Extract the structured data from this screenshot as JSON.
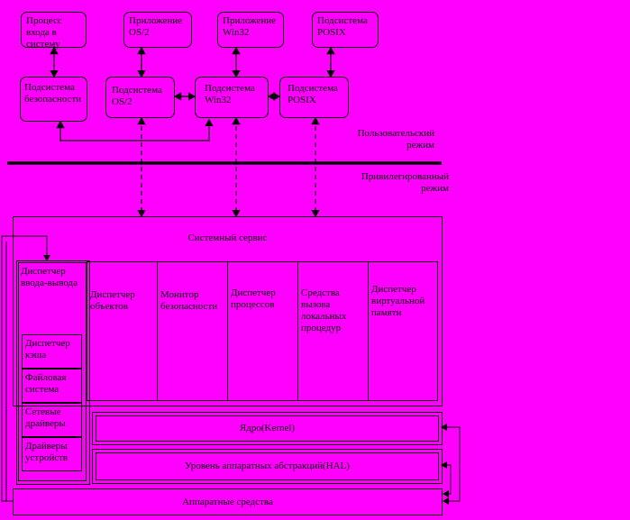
{
  "user_mode": {
    "top": [
      {
        "id": "logon",
        "label": "Процесс входа в систему"
      },
      {
        "id": "os2app",
        "label": "Приложение OS/2"
      },
      {
        "id": "win32app",
        "label": "Приложение Win32"
      },
      {
        "id": "posixapp",
        "label": "Подсистема POSIX"
      }
    ],
    "subsystems": [
      {
        "id": "security",
        "label": "Подсистема безопасности"
      },
      {
        "id": "os2",
        "label": "Подсистема OS/2"
      },
      {
        "id": "win32",
        "label": "Подсистема Win32"
      },
      {
        "id": "posix",
        "label": "Подсистема POSIX"
      }
    ],
    "mode_label": "Пользовательский режим"
  },
  "kernel_mode": {
    "mode_label": "Привилегированный режим",
    "executive": {
      "title": "Системный сервис",
      "io_manager": {
        "label": "Диспетчер ввода-вывода",
        "components": [
          "Диспетчер кэша",
          "Файловая система",
          "Сетевые драйверы",
          "Драйверы устройств"
        ]
      },
      "modules": [
        "Диспетчер объектов",
        "Монитор безопасности",
        "Диспетчер процессов",
        "Средства вызова локальных процедур",
        "Диспетчер виртуальной памяти"
      ]
    },
    "kernel": "Ядро(Kernel)",
    "hal": "Уровень аппаратных абстракций(HAL)",
    "hardware": "Аппаратные средства"
  }
}
